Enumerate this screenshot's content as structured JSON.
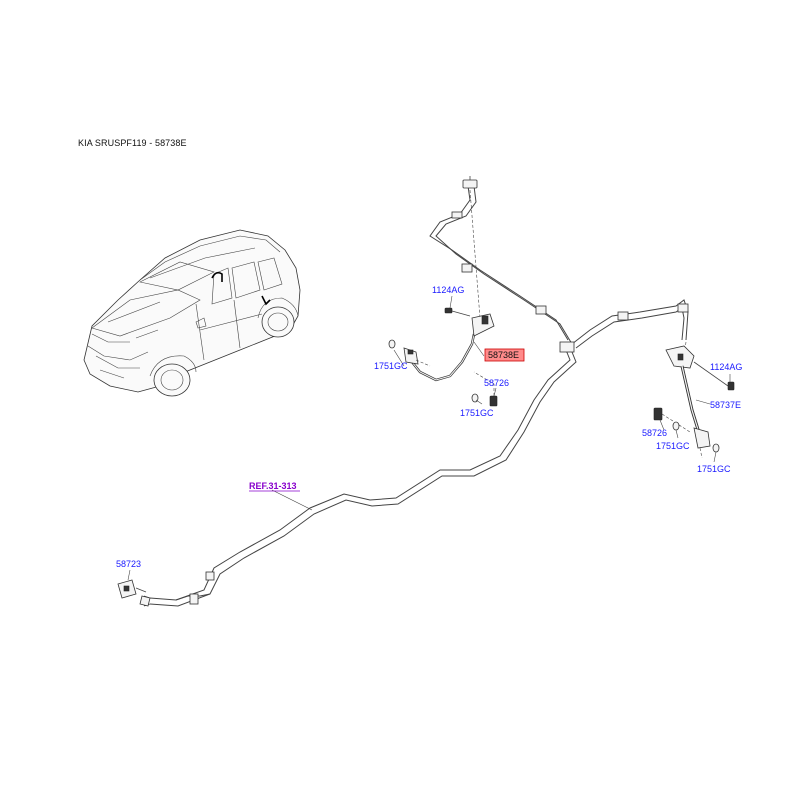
{
  "header": {
    "title": "KIA SRUSPF119 - 58738E"
  },
  "colors": {
    "label": "#1a1aff",
    "highlight_fill": "#ff8a8a",
    "highlight_stroke": "#cc0000",
    "reference": "#8800cc",
    "line": "#444444"
  },
  "labels": {
    "bolt_left": "1124AG",
    "hose_front_highlight": "58738E",
    "clip_left": "1751GC",
    "bracket_front": "58726",
    "clip_front": "1751GC",
    "ref": "REF.31-313",
    "bolt_right": "1124AG",
    "hose_rear": "58737E",
    "bracket_rear": "58726",
    "clip_rear_mid": "1751GC",
    "clip_rear_right": "1751GC",
    "connector": "58723"
  }
}
